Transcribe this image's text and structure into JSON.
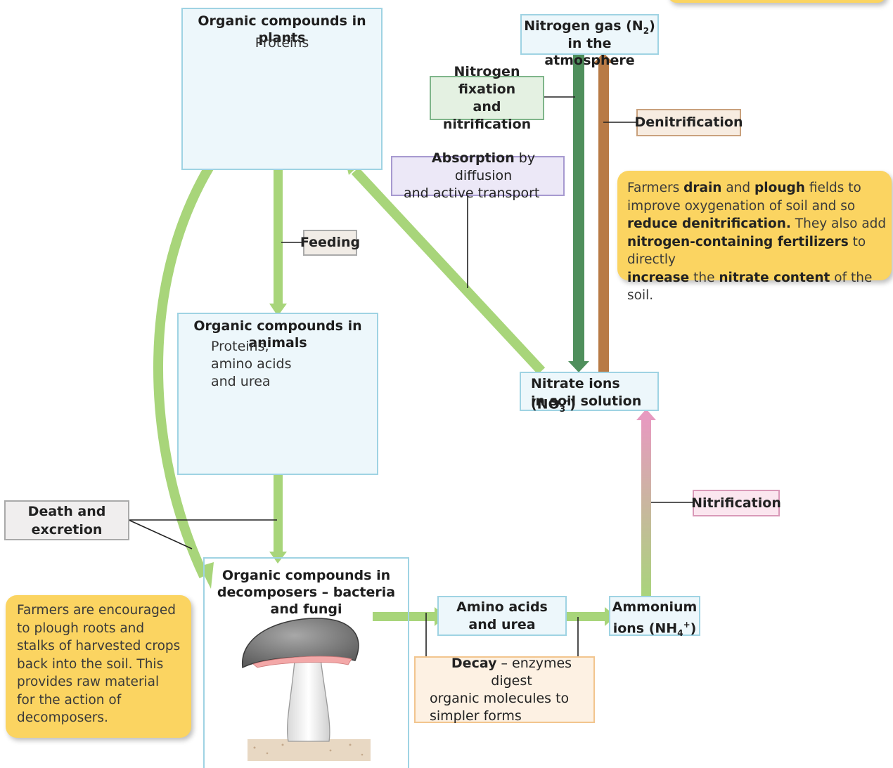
{
  "boxes": {
    "plants": {
      "title": "Organic compounds in plants",
      "detail": "Proteins"
    },
    "animals": {
      "title": "Organic compounds in animals",
      "detail_1": "Proteins,",
      "detail_2": "amino acids",
      "detail_3": "and urea"
    },
    "decomposers": {
      "title_1": "Organic compounds in",
      "title_2": "decomposers – bacteria",
      "title_3": "and fungi"
    },
    "amino": {
      "line_1": "Amino acids",
      "line_2": "and urea"
    },
    "ammonium": {
      "line_1": "Ammonium",
      "line_2_pre": "ions (NH",
      "line_2_sub": "4",
      "line_2_sup": "+",
      "line_2_post": ")"
    },
    "nitrate": {
      "line_1_pre": "Nitrate ions (NO",
      "line_1_sub": "3",
      "line_1_sup": "–",
      "line_1_post": ")",
      "line_2": "in soil solution"
    },
    "nitrogen": {
      "line_1_pre": "Nitrogen gas (N",
      "line_1_sub": "2",
      "line_1_post": ")",
      "line_2": "in the atmosphere"
    }
  },
  "labels": {
    "feeding": "Feeding",
    "death_1": "Death and",
    "death_2": "excretion",
    "fixation_1": "Nitrogen fixation",
    "fixation_2": "and nitrification",
    "denitrification": "Denitrification",
    "absorption_bold": "Absorption",
    "absorption_rest": " by diffusion",
    "absorption_2": "and active transport",
    "nitrification": "Nitrification",
    "decay_bold": "Decay",
    "decay_rest": " – enzymes digest",
    "decay_2": "organic molecules to",
    "decay_3": "simpler forms"
  },
  "notes": {
    "right": {
      "t1": "Farmers ",
      "b1": "drain",
      "t2": " and ",
      "b2": "plough",
      "t3": " fields to",
      "t4": "improve oxygenation of soil and so",
      "b3": "reduce denitrification.",
      "t5": " They also add",
      "b4": "nitrogen-containing fertilizers",
      "t6": " to directly",
      "b5": "increase",
      "t7": " the ",
      "b6": "nitrate content",
      "t8": " of the soil."
    },
    "left": {
      "l1": "Farmers are encouraged",
      "l2": "to plough roots and",
      "l3": "stalks of harvested crops",
      "l4": "back into the soil. This",
      "l5": "provides raw material",
      "l6": "for the action of",
      "l7": "decomposers."
    }
  },
  "colors": {
    "box_border": "#9fd3e3",
    "box_fill": "#edf7fb",
    "flow_green": "#a8d57a",
    "fixation_green": "#4f8f5c",
    "denitrification_brown": "#b87a45",
    "nitrification_pink": "#d99ab7",
    "note_yellow": "#fbd461"
  }
}
